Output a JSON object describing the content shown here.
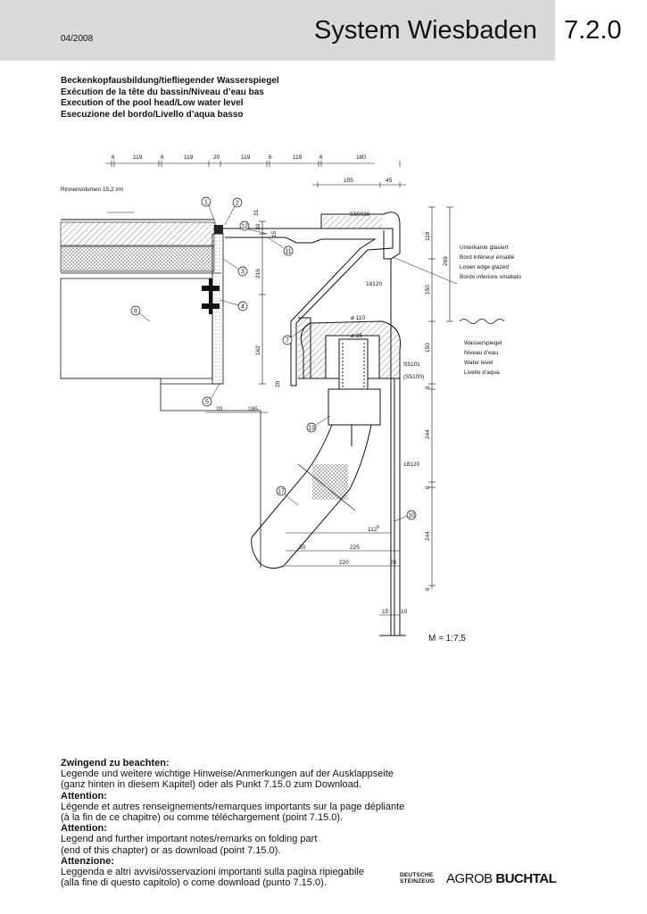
{
  "header": {
    "date": "04/2008",
    "title": "System Wiesbaden",
    "chapter": "7.2.0"
  },
  "titles": [
    "Beckenkopfausbildung/tiefliegender Wasserspiegel",
    "Exécution de la tête du bassin/Niveau d’eau bas",
    "Execution of the pool head/Low water level",
    "Esecuzione del bordo/Livello d’aqua basso"
  ],
  "drawing": {
    "rinnenvolumen": "Rinnenvolumen 15,2 l/m",
    "top_dims": [
      "6",
      "119",
      "6",
      "119",
      "20",
      "119",
      "6",
      "119",
      "6",
      "180"
    ],
    "dim_155": "155",
    "dim_45": "45",
    "part_s50038": "S50038",
    "part_18120_a": "18120",
    "part_18120_b": "18120",
    "part_s5101": "S5101",
    "part_s5100": "(S5100)",
    "dia_110": "ø 110",
    "dia_85": "ø 85",
    "dim_31": "31",
    "dim_30": "30",
    "dim_15": "15",
    "dim_216": "216",
    "dim_162": "162",
    "dim_20_v": "20",
    "dim_20_h": "20",
    "dim_185": "185",
    "dim_119_r": "119",
    "dim_269": "269",
    "dim_150_a": "150",
    "dim_150_b": "150",
    "dim_6_a": "6",
    "dim_244_a": "244",
    "dim_6_b": "6",
    "dim_244_b": "244",
    "dim_6_c": "6",
    "dim_112": "112",
    "dim_112_sup": "5",
    "dim_20_lower": "20",
    "dim_225": "225",
    "dim_220": "220",
    "dim_25": "25",
    "dim_15_bottom": "15",
    "dim_10_bottom": "10",
    "scale": "M = 1:7,5",
    "markers": [
      "1",
      "2",
      "3",
      "4",
      "5",
      "7",
      "8",
      "10",
      "11",
      "12",
      "13",
      "17"
    ],
    "legend_lower_edge": [
      "Unterkante glasiert",
      "Bord inférieur émaillé",
      "Lower edge glazed",
      "Bordo inferiore smaltato"
    ],
    "legend_water": [
      "Wasserspiegel",
      "Niveau d’eau",
      "Water level",
      "Livello d’aqua"
    ]
  },
  "note": {
    "h1": "Zwingend zu beachten:",
    "t1a": "Legende und weitere wichtige Hinweise/Anmerkungen auf der Ausklappseite",
    "t1b": "(ganz hinten in diesem Kapitel) oder als Punkt 7.15.0 zum Download.",
    "h2": "Attention:",
    "t2a": "Légende et autres renseignements/remarques importants sur la page dépliante",
    "t2b": "(à la fin de ce chapitre) ou comme téléchargement (point 7.15.0).",
    "h3": "Attention:",
    "t3a": "Legend and further important notes/remarks on folding part",
    "t3b": "(end of this chapter) or as download (point 7.15.0).",
    "h4": "Attenzione:",
    "t4a": "Leggenda e altri avvisi/osservazioni importanti sulla pagina ripiegabile",
    "t4b": "(alla fine di questo capitolo) o come download (punto 7.15.0)."
  },
  "logo": {
    "line1": "DEUTSCHE",
    "line2": "STEINZEUG",
    "agrob": "AGROB",
    "buchtal": "BUCHTAL"
  }
}
